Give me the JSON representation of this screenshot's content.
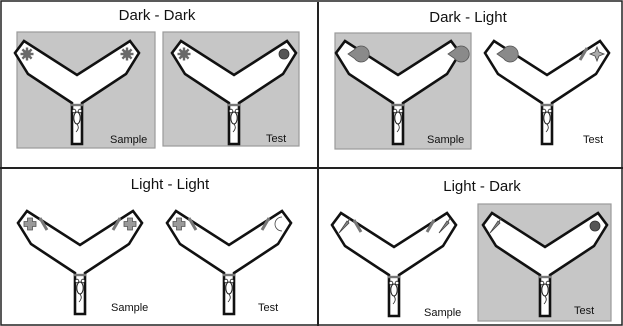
{
  "panels": [
    {
      "title": "Dark - Dark",
      "arenas": [
        {
          "label": "Sample",
          "dark": true,
          "left_object": "gear",
          "right_object": "gear",
          "object_tone": "#6a6a6a"
        },
        {
          "label": "Test",
          "dark": true,
          "left_object": "gear",
          "right_object": "circle",
          "object_tone": "#6a6a6a"
        }
      ]
    },
    {
      "title": "Dark - Light",
      "arenas": [
        {
          "label": "Sample",
          "dark": true,
          "left_object": "pacman",
          "right_object": "pacman",
          "object_tone": "#8a8a8a"
        },
        {
          "label": "Test",
          "dark": false,
          "left_object": "pacman",
          "right_object": "star",
          "object_tone": "#8a8a8a"
        }
      ]
    },
    {
      "title": "Light - Light",
      "arenas": [
        {
          "label": "Sample",
          "dark": false,
          "left_object": "cross",
          "right_object": "cross",
          "object_tone": "#9a9a9a"
        },
        {
          "label": "Test",
          "dark": false,
          "left_object": "cross",
          "right_object": "moon",
          "object_tone": "#9a9a9a"
        }
      ]
    },
    {
      "title": "Light - Dark",
      "arenas": [
        {
          "label": "Sample",
          "dark": false,
          "left_object": "carrot",
          "right_object": "carrot",
          "object_tone": "#8a8a8a"
        },
        {
          "label": "Test",
          "dark": true,
          "left_object": "carrot",
          "right_object": "circle",
          "object_tone": "#8a8a8a"
        }
      ]
    }
  ],
  "colors": {
    "dark_box": "#c6c6c6",
    "dark_box_border": "#9a9a9a",
    "maze_fill": "#ffffff",
    "maze_stroke": "#111111",
    "divider": "#222222",
    "start_gate": "#777777"
  }
}
